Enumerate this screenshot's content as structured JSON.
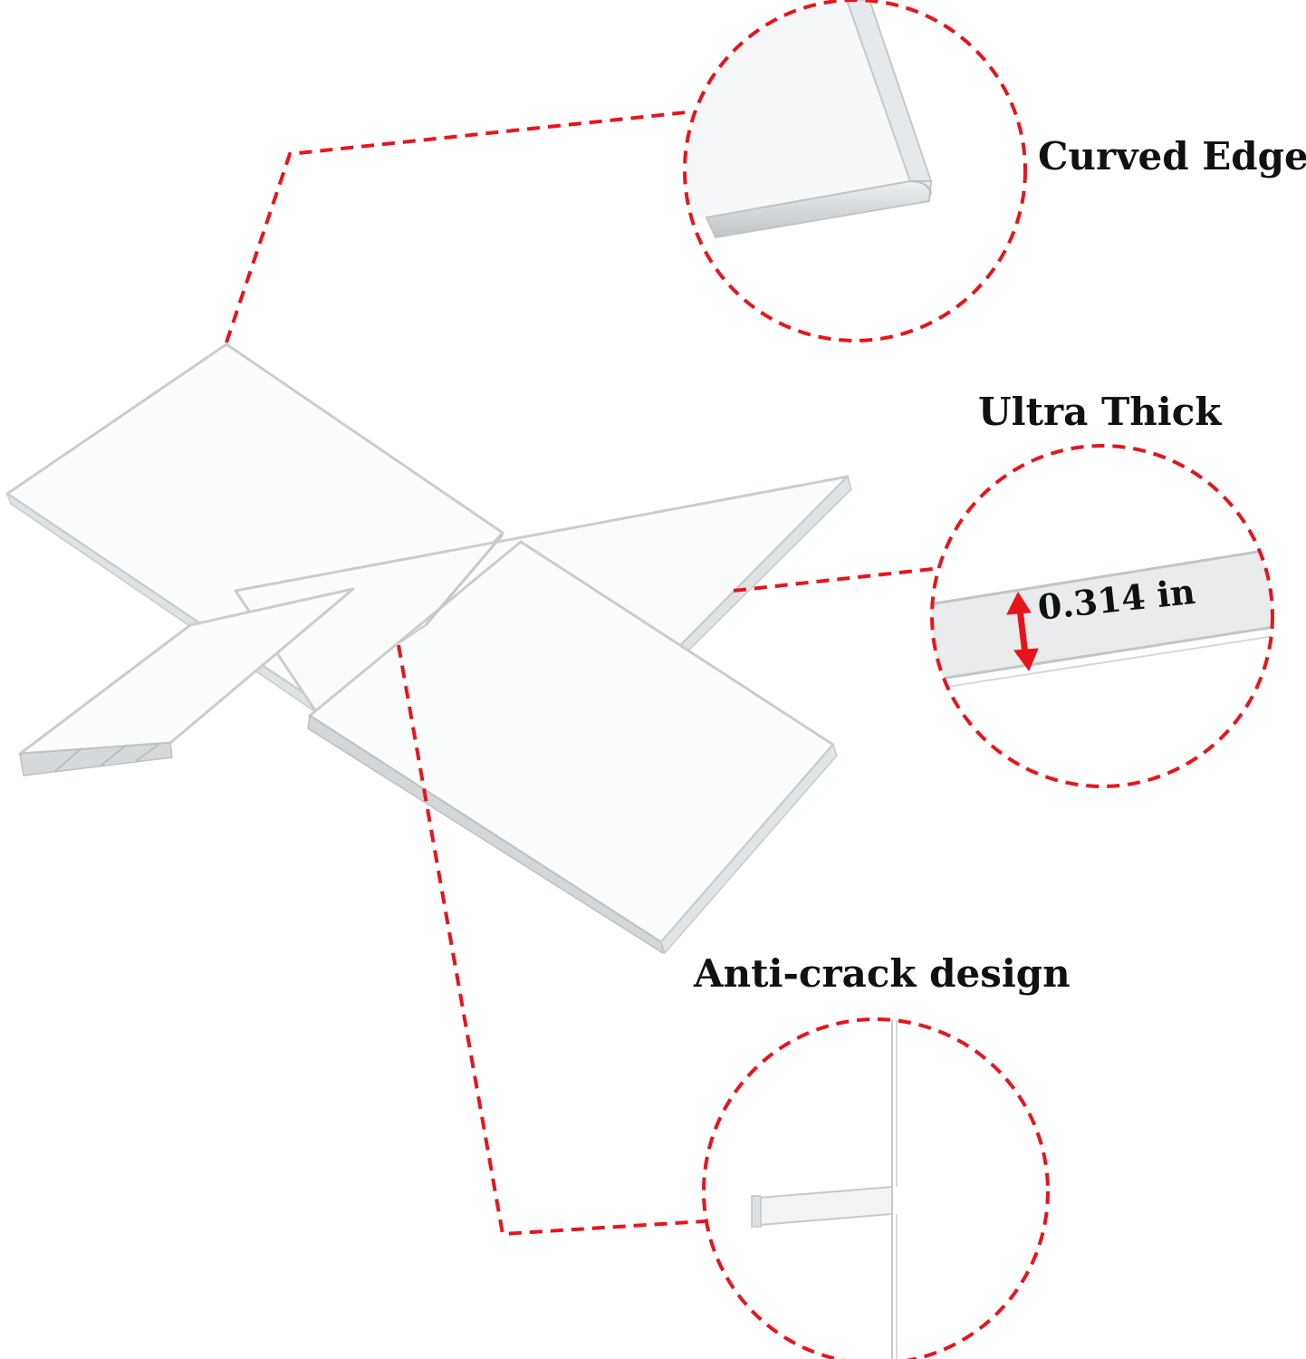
{
  "callouts": {
    "curved_edge": "Curved Edge",
    "ultra_thick": "Ultra Thick",
    "thickness_value": "0.314 in",
    "anti_crack": "Anti-crack design"
  },
  "colors": {
    "callout_line": "#e8141b",
    "arrow": "#e8141b",
    "acrylic_edge": "#c9cdd0",
    "acrylic_fill": "#f4f6f7",
    "background": "#ffffff"
  },
  "product": {
    "name-icon": "acrylic-x-stand-icon"
  }
}
